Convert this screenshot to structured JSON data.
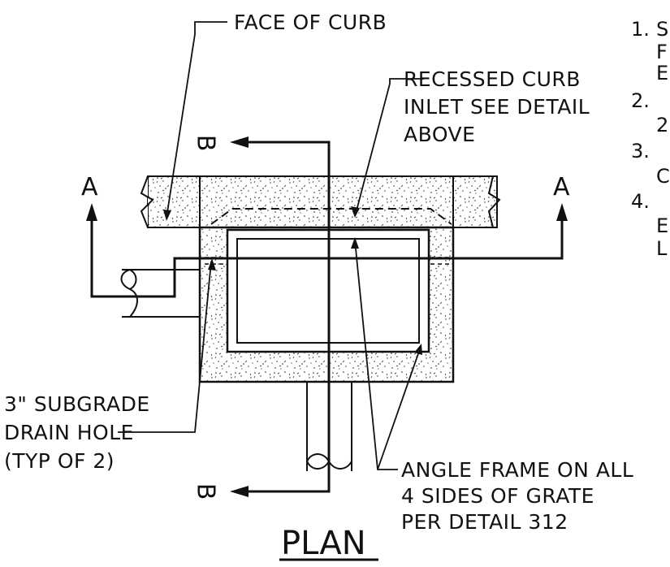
{
  "callouts": {
    "face_of_curb": "FACE OF CURB",
    "recessed_line1": "RECESSED CURB",
    "recessed_line2": "INLET SEE DETAIL",
    "recessed_line3": "ABOVE",
    "drain_line1": "3\" SUBGRADE",
    "drain_line2": "DRAIN HOLE",
    "drain_line3": "(TYP OF 2)",
    "angle_line1": "ANGLE FRAME ON ALL",
    "angle_line2": "4 SIDES OF GRATE",
    "angle_line3": "PER DETAIL 312"
  },
  "section_marks": {
    "a_left": "A",
    "a_right": "A",
    "b_top": "B",
    "b_bottom": "B"
  },
  "notes": {
    "n1": "1.",
    "n2": "2.",
    "n3": "3.",
    "n4": "4.",
    "n1_fragments": [
      "S",
      "F",
      "E"
    ],
    "n2_fragment": "2",
    "n3_fragment": "C",
    "n4_fragments": [
      "E",
      "L"
    ]
  },
  "title": "PLAN"
}
